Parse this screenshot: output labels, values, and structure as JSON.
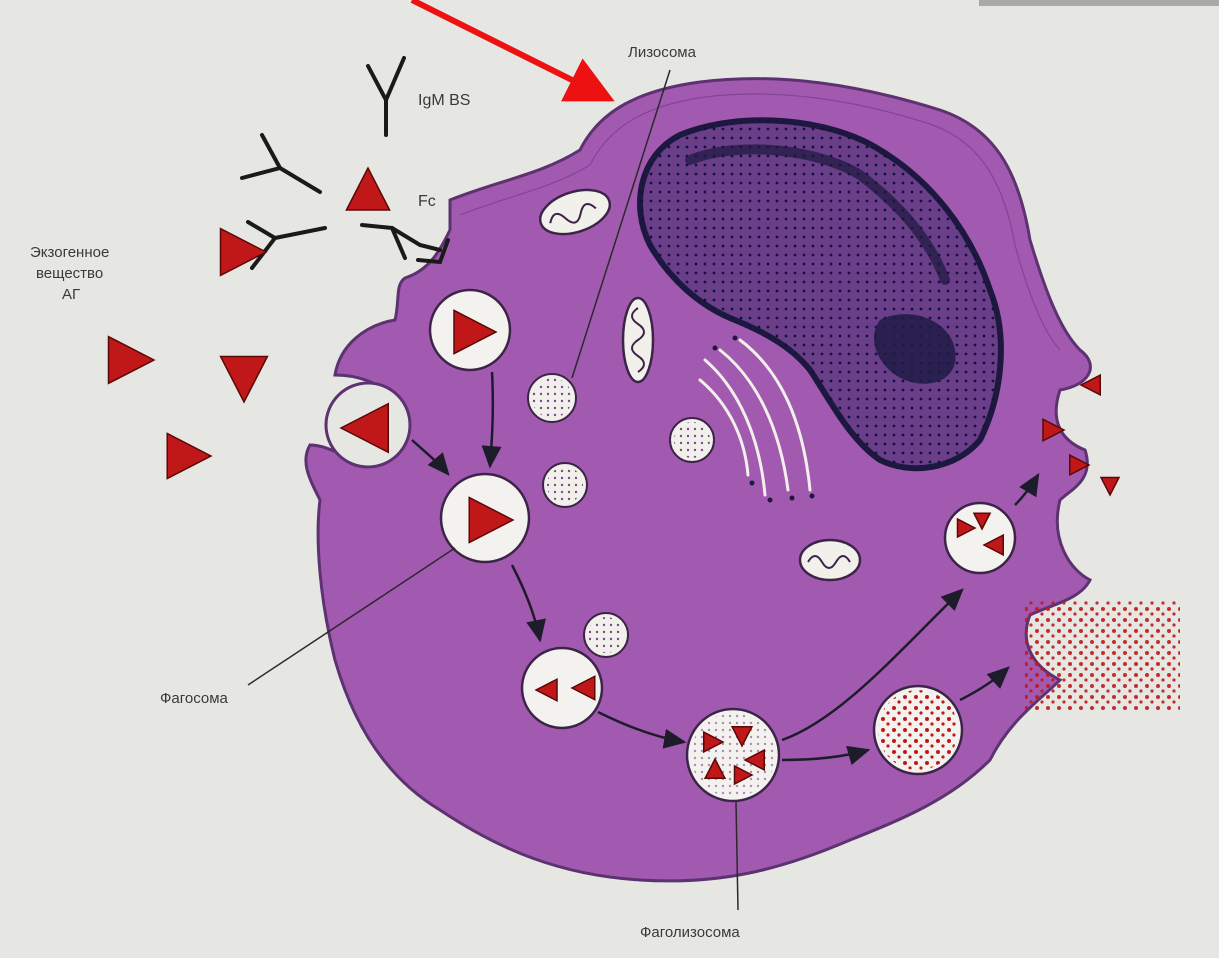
{
  "labels": {
    "lysosome": "Лизосома",
    "igm": "IgM BS",
    "fc": "Fc",
    "exogenous_line1": "Экзогенное",
    "exogenous_line2": "вещество",
    "exogenous_line3": "АГ",
    "phagosome": "Фагосома",
    "phagolysosome": "Фаголизосома"
  },
  "colors": {
    "cell": "#a25ab0",
    "membrane": "#5c3270",
    "nucleus": "#2a2550",
    "antigen": "#c01818",
    "pointer_arrow": "#ee1111",
    "vesicle": "#f4f2ee"
  }
}
